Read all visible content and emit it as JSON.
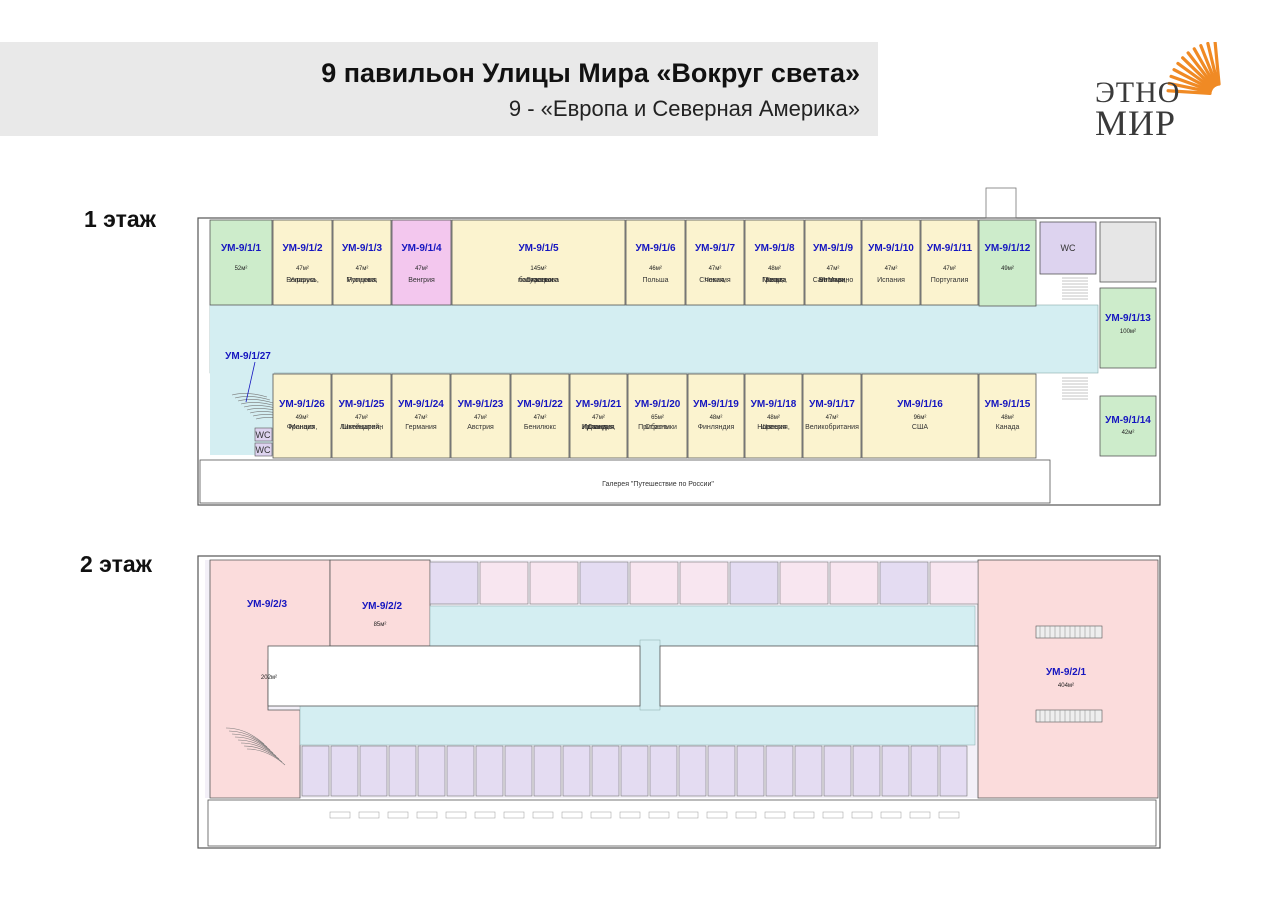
{
  "header": {
    "title": "9 павильон Улицы Мира «Вокруг света»",
    "subtitle": "9 - «Европа и Северная Америка»"
  },
  "logo": {
    "line1": "ЭТНО",
    "line2": "МИР",
    "accent": "#f08a24"
  },
  "floors": [
    {
      "label": "1 этаж"
    },
    {
      "label": "2 этаж"
    }
  ],
  "colors": {
    "green": "#cdeccb",
    "yellow": "#fbf3cf",
    "pink": "#f3c7ee",
    "lavender": "#ddd3ef",
    "corridor": "#d4eef2",
    "salmon": "#fbdcdc",
    "purple_light": "#e4dcf2"
  },
  "floor1": {
    "top_row": [
      {
        "id": "УМ-9/1/1",
        "area": "52м²",
        "country": "",
        "color": "green"
      },
      {
        "id": "УМ-9/1/2",
        "area": "47м²",
        "country": "Беларусь, Украина",
        "color": "yellow"
      },
      {
        "id": "УМ-9/1/3",
        "area": "47м²",
        "country": "Молдова, Румыния",
        "color": "yellow"
      },
      {
        "id": "УМ-9/1/4",
        "area": "47м²",
        "country": "Венгрия",
        "color": "pink"
      },
      {
        "id": "УМ-9/1/5",
        "area": "145м²",
        "country": "Страны балканского полуострова",
        "color": "yellow"
      },
      {
        "id": "УМ-9/1/6",
        "area": "46м²",
        "country": "Польша",
        "color": "yellow"
      },
      {
        "id": "УМ-9/1/7",
        "area": "47м²",
        "country": "Чехия, Словакия",
        "color": "yellow"
      },
      {
        "id": "УМ-9/1/8",
        "area": "48м²",
        "country": "Греция, Кипр, Мальта",
        "color": "yellow"
      },
      {
        "id": "УМ-9/1/9",
        "area": "47м²",
        "country": "Италия, Ватикан, Сан-Марино",
        "color": "yellow"
      },
      {
        "id": "УМ-9/1/10",
        "area": "47м²",
        "country": "Испания",
        "color": "yellow"
      },
      {
        "id": "УМ-9/1/11",
        "area": "47м²",
        "country": "Португалия",
        "color": "yellow"
      },
      {
        "id": "УМ-9/1/12",
        "area": "49м²",
        "country": "",
        "color": "green"
      }
    ],
    "right_column": [
      {
        "id": "УМ-9/1/13",
        "area": "100м²",
        "country": "",
        "color": "green"
      },
      {
        "id": "УМ-9/1/14",
        "area": "42м²",
        "country": "",
        "color": "green"
      }
    ],
    "bottom_row": [
      {
        "id": "УМ-9/1/26",
        "area": "49м²",
        "country": "Франция, Монако",
        "color": "yellow"
      },
      {
        "id": "УМ-9/1/25",
        "area": "47м²",
        "country": "Швейцария, Лихтенштейн",
        "color": "yellow"
      },
      {
        "id": "УМ-9/1/24",
        "area": "47м²",
        "country": "Германия",
        "color": "yellow"
      },
      {
        "id": "УМ-9/1/23",
        "area": "47м²",
        "country": "Австрия",
        "color": "yellow"
      },
      {
        "id": "УМ-9/1/22",
        "area": "47м²",
        "country": "Бенилюкс",
        "color": "yellow"
      },
      {
        "id": "УМ-9/1/21",
        "area": "47м²",
        "country": "Дания, Ирландия, Исландия",
        "color": "yellow"
      },
      {
        "id": "УМ-9/1/20",
        "area": "65м²",
        "country": "Страны Прибалтики",
        "color": "yellow"
      },
      {
        "id": "УМ-9/1/19",
        "area": "48м²",
        "country": "Финляндия",
        "color": "yellow"
      },
      {
        "id": "УМ-9/1/18",
        "area": "48м²",
        "country": "Норвегия, Швеция",
        "color": "yellow"
      },
      {
        "id": "УМ-9/1/17",
        "area": "47м²",
        "country": "Великобритания",
        "color": "yellow"
      },
      {
        "id": "УМ-9/1/16",
        "area": "96м²",
        "country": "США",
        "color": "yellow"
      },
      {
        "id": "УМ-9/1/15",
        "area": "48м²",
        "country": "Канада",
        "color": "yellow"
      }
    ],
    "corridor_label": "УМ-9/1/27",
    "wc_labels": [
      "WC",
      "WC",
      "WC"
    ],
    "gallery": "Галерея \"Путешествие по России\""
  },
  "floor2": {
    "units": [
      {
        "id": "УМ-9/2/3",
        "area": "202м²"
      },
      {
        "id": "УМ-9/2/2",
        "area": "85м²"
      },
      {
        "id": "УМ-9/2/1",
        "area": "404м²"
      }
    ]
  }
}
